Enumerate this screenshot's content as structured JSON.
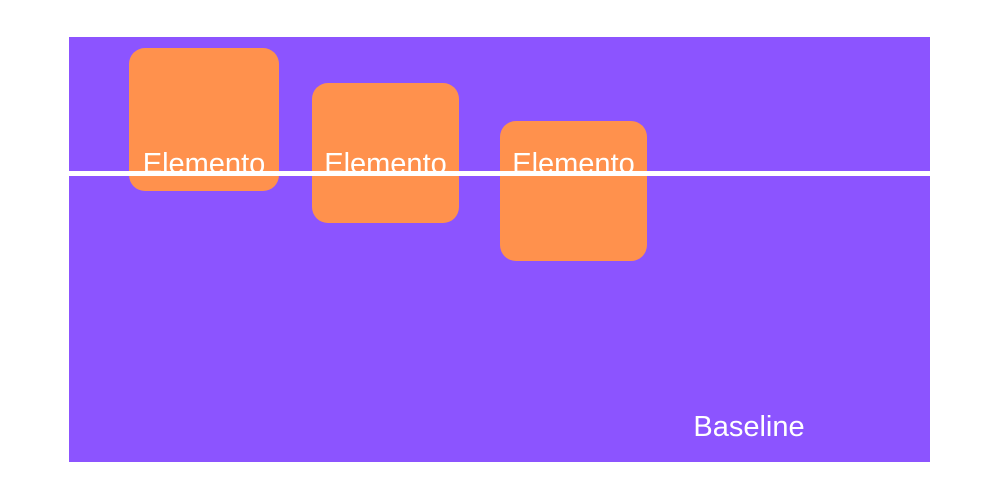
{
  "diagram": {
    "items": [
      {
        "label": "Elemento"
      },
      {
        "label": "Elemento"
      },
      {
        "label": "Elemento"
      }
    ],
    "baseline_label": "Baseline"
  },
  "colors": {
    "container_background": "#8c54ff",
    "item_background": "#ff914d",
    "baseline_line": "#ffffff",
    "text": "#ffffff"
  }
}
